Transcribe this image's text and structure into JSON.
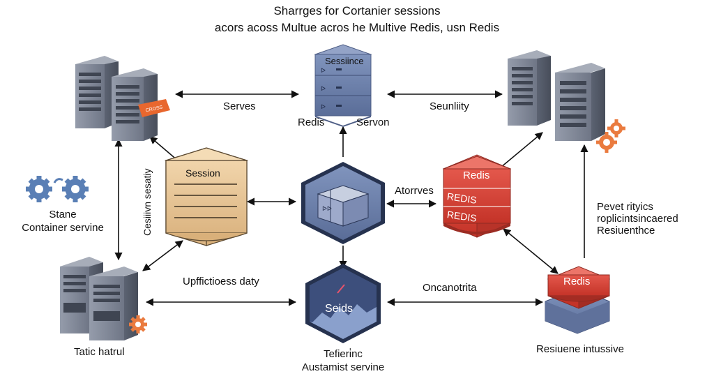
{
  "header": {
    "title_line1": "Sharrges for Cortanier sessions",
    "title_line2": "acors acoss Multue acros he Multive Redis, usn Redis"
  },
  "nodes": {
    "top_center": {
      "label": "Sessiince",
      "caption_left": "Redis",
      "caption_right": "Servon"
    },
    "session_box": {
      "label": "Session",
      "side_label": "Cesiiivn sesatiy"
    },
    "redis_stack": {
      "label": "Redis",
      "layers": [
        "REDIS",
        "REDIS"
      ]
    },
    "redis_small": {
      "label": "Redis",
      "caption": "Resiuene intussive"
    },
    "seids": {
      "label": "Seids",
      "caption_line1": "Tefieri̇nc",
      "caption_line2": "Austamist servine"
    },
    "server_top_left": {
      "badge": "CROSS"
    },
    "server_bottom_left": {
      "caption": "Tatic hatrul"
    },
    "gears_left": {
      "line1": "Stane",
      "line2": "Container servine"
    }
  },
  "edges": {
    "serves": "Serves",
    "seunliity": "Seunliity",
    "atorrves": "Atorrves",
    "upffictioess": "Upffictioess daty",
    "oncanotrita": "Oncanotrita",
    "pevet_line1": "Pevet rityics",
    "pevet_line2": "roplicintsincaered",
    "pevet_line3": "Resiuenthce"
  },
  "colors": {
    "server_body": "#7f8796",
    "server_dark": "#4d5565",
    "redis_red": "#d9443a",
    "slate_blue": "#6e82ad",
    "session_tan": "#e8c79a",
    "gear_blue": "#5a7fb5",
    "gear_orange": "#ea7b3f",
    "arrow": "#111111"
  }
}
